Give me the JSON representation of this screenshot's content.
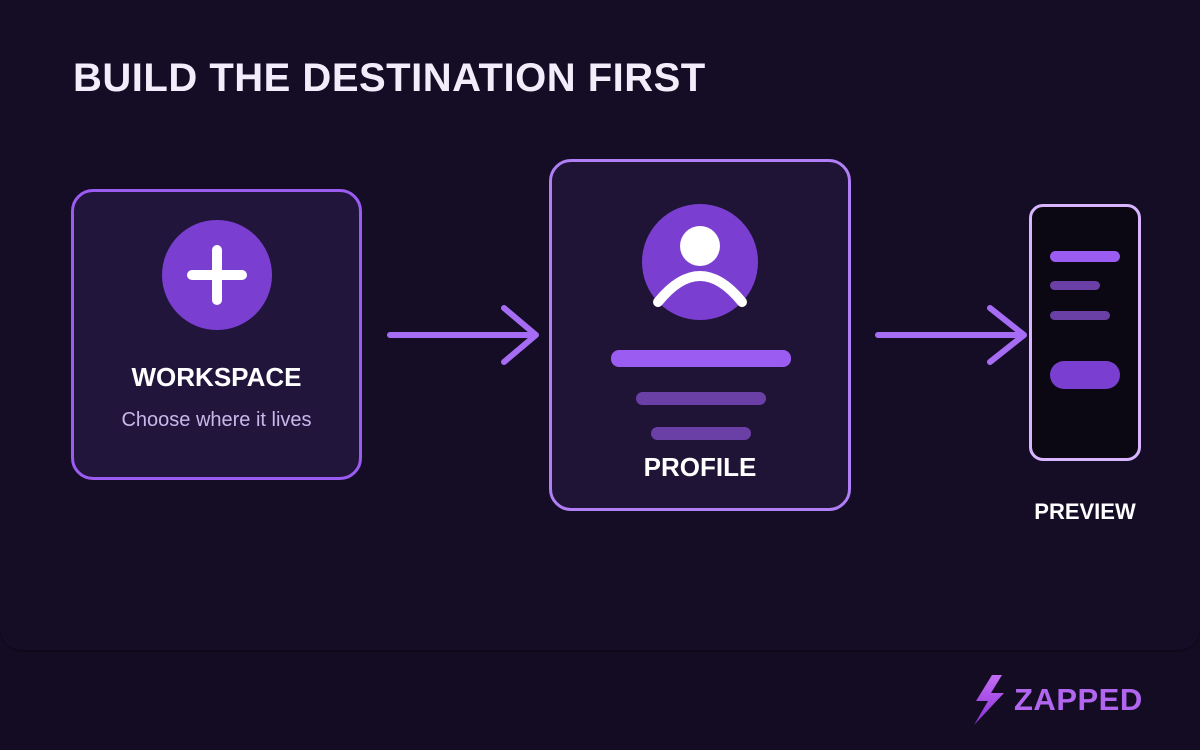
{
  "title": "BUILD THE DESTINATION FIRST",
  "steps": {
    "workspace": {
      "label": "WORKSPACE",
      "sublabel": "Choose where it lives",
      "icon": "plus-icon"
    },
    "profile": {
      "label": "PROFILE",
      "icon": "user-icon"
    },
    "preview": {
      "label": "PREVIEW",
      "icon": "phone-icon"
    }
  },
  "brand": {
    "name": "ZAPPED",
    "icon": "lightning-bolt-icon"
  },
  "colors": {
    "background": "#140c22",
    "accent": "#9b5cf2",
    "accent_light": "#d9b5ff",
    "icon_fill": "#7a3fd1",
    "brand": "#b266f0"
  }
}
